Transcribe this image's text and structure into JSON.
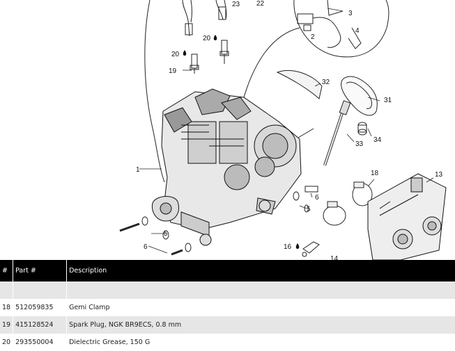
{
  "diagram": {
    "callouts": [
      {
        "id": "c23",
        "text": "23"
      },
      {
        "id": "c22",
        "text": "22"
      },
      {
        "id": "c3",
        "text": "3"
      },
      {
        "id": "c2",
        "text": "2"
      },
      {
        "id": "c4",
        "text": "4"
      },
      {
        "id": "c20a",
        "text": "20"
      },
      {
        "id": "c20b",
        "text": "20"
      },
      {
        "id": "c19",
        "text": "19"
      },
      {
        "id": "c32",
        "text": "32"
      },
      {
        "id": "c31",
        "text": "31"
      },
      {
        "id": "c33",
        "text": "33"
      },
      {
        "id": "c34",
        "text": "34"
      },
      {
        "id": "c1",
        "text": "1"
      },
      {
        "id": "c18",
        "text": "18"
      },
      {
        "id": "c13",
        "text": "13"
      },
      {
        "id": "c6a",
        "text": "6"
      },
      {
        "id": "c5a",
        "text": "5"
      },
      {
        "id": "c5b",
        "text": "5"
      },
      {
        "id": "c6b",
        "text": "6"
      },
      {
        "id": "c16",
        "text": "16"
      },
      {
        "id": "c14",
        "text": "14"
      }
    ]
  },
  "table": {
    "headers": {
      "num": "#",
      "part": "Part #",
      "description": "Description"
    },
    "rows": [
      {
        "num": "18",
        "part": "512059835",
        "description": "Gemi Clamp"
      },
      {
        "num": "19",
        "part": "415128524",
        "description": "Spark Plug, NGK BR9ECS, 0.8 mm"
      },
      {
        "num": "20",
        "part": "293550004",
        "description": "Dielectric Grease, 150 G"
      }
    ]
  }
}
